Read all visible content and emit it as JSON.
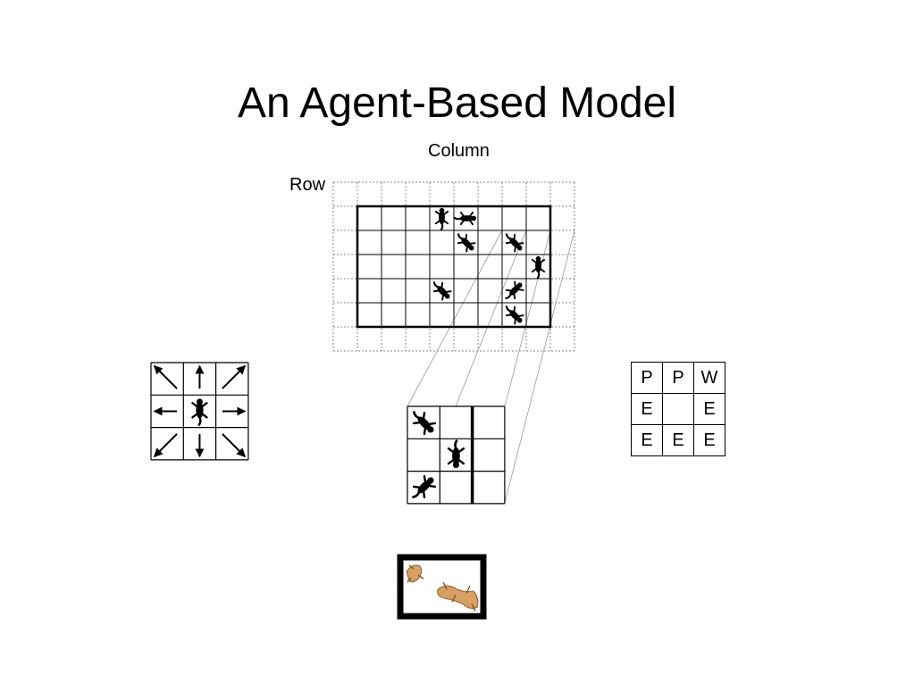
{
  "title": "An Agent-Based Model",
  "column_label": "Column",
  "row_label": "Row",
  "lattice": {
    "outer_cols": 10,
    "outer_rows": 7,
    "inner_cols": 8,
    "inner_rows": 5,
    "agents": [
      {
        "col": 4,
        "row": 1,
        "facing": "up"
      },
      {
        "col": 5,
        "row": 1,
        "facing": "right"
      },
      {
        "col": 5,
        "row": 2,
        "facing": "down-right"
      },
      {
        "col": 7,
        "row": 2,
        "facing": "down-right"
      },
      {
        "col": 8,
        "row": 3,
        "facing": "up"
      },
      {
        "col": 4,
        "row": 4,
        "facing": "down-right"
      },
      {
        "col": 7,
        "row": 4,
        "facing": "up-right"
      },
      {
        "col": 7,
        "row": 5,
        "facing": "down-right"
      }
    ]
  },
  "neighborhood": {
    "center_agent": {
      "facing": "up"
    },
    "arrows": [
      "up-left",
      "up",
      "up-right",
      "left",
      "right",
      "down-left",
      "down",
      "down-right"
    ]
  },
  "zoom": {
    "agents": [
      {
        "col": 0,
        "row": 0,
        "facing": "down-right"
      },
      {
        "col": 1,
        "row": 1,
        "facing": "down"
      },
      {
        "col": 0,
        "row": 2,
        "facing": "up-right"
      }
    ],
    "boundary_after_col": 1
  },
  "state_grid": [
    [
      "P",
      "P",
      "W"
    ],
    [
      "E",
      "",
      "E"
    ],
    [
      "E",
      "E",
      "E"
    ]
  ],
  "colors": {
    "ink": "#000000",
    "salamander": "#d9a066",
    "salamander_outline": "#8a5a2b"
  }
}
